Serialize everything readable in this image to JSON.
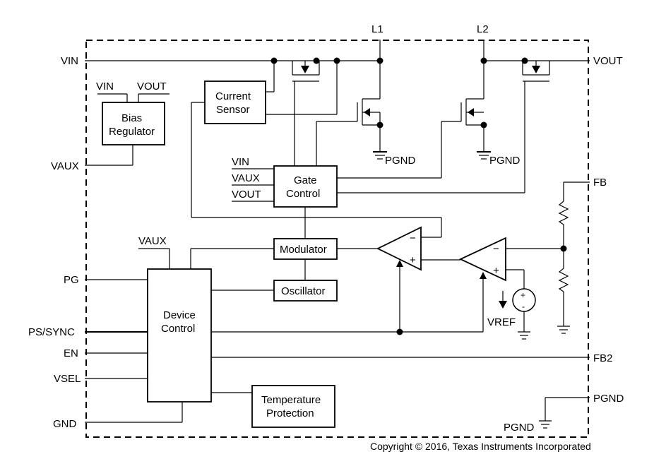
{
  "pins_left": {
    "vin": "VIN",
    "vaux": "VAUX",
    "pg": "PG",
    "ps_sync": "PS/SYNC",
    "en": "EN",
    "vsel": "VSEL",
    "gnd": "GND"
  },
  "pins_right": {
    "vout": "VOUT",
    "fb": "FB",
    "fb2": "FB2",
    "pgnd": "PGND"
  },
  "pins_top": {
    "l1": "L1",
    "l2": "L2"
  },
  "blocks": {
    "bias_regulator": [
      "Bias",
      "Regulator"
    ],
    "current_sensor": [
      "Current",
      "Sensor"
    ],
    "gate_control": [
      "Gate",
      "Control"
    ],
    "modulator": "Modulator",
    "oscillator": "Oscillator",
    "device_control": [
      "Device",
      "Control"
    ],
    "temperature_protection": [
      "Temperature",
      "Protection"
    ]
  },
  "labels": {
    "bias_vin": "VIN",
    "bias_vout": "VOUT",
    "gate_vin": "VIN",
    "gate_vaux": "VAUX",
    "gate_vout": "VOUT",
    "dc_vaux": "VAUX",
    "pgnd_1": "PGND",
    "pgnd_2": "PGND",
    "pgnd_3": "PGND",
    "vref": "VREF",
    "amp_minus": "−",
    "amp_plus": "+",
    "src_plus": "+",
    "src_minus": "-"
  },
  "copyright": "Copyright © 2016, Texas Instruments Incorporated"
}
